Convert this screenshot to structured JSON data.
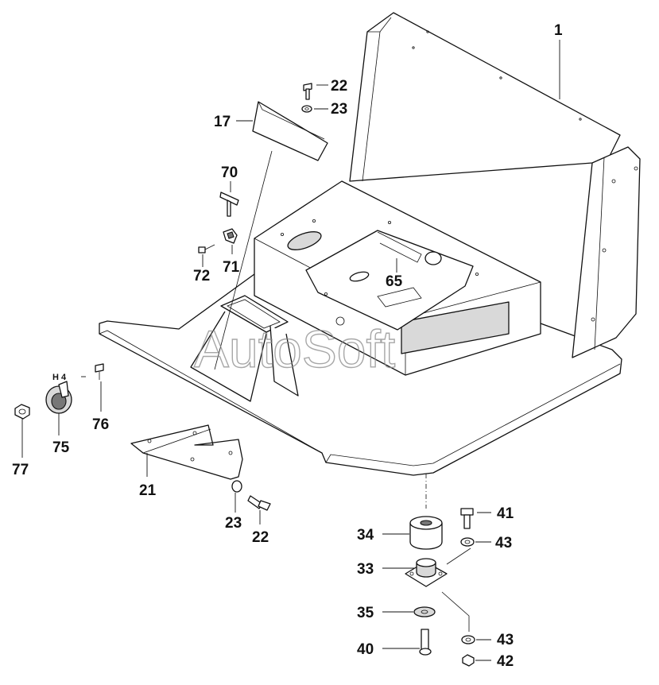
{
  "watermark": "AutoSoft",
  "parts": [
    {
      "id": "p1",
      "label": "1"
    },
    {
      "id": "p22a",
      "label": "22"
    },
    {
      "id": "p23a",
      "label": "23"
    },
    {
      "id": "p17",
      "label": "17"
    },
    {
      "id": "p70",
      "label": "70"
    },
    {
      "id": "p71",
      "label": "71"
    },
    {
      "id": "p72",
      "label": "72"
    },
    {
      "id": "p65",
      "label": "65"
    },
    {
      "id": "h4",
      "label": "H 4"
    },
    {
      "id": "p76",
      "label": "76"
    },
    {
      "id": "p75",
      "label": "75"
    },
    {
      "id": "p77",
      "label": "77"
    },
    {
      "id": "p21",
      "label": "21"
    },
    {
      "id": "p23b",
      "label": "23"
    },
    {
      "id": "p22b",
      "label": "22"
    },
    {
      "id": "p34",
      "label": "34"
    },
    {
      "id": "p41",
      "label": "41"
    },
    {
      "id": "p43a",
      "label": "43"
    },
    {
      "id": "p33",
      "label": "33"
    },
    {
      "id": "p35",
      "label": "35"
    },
    {
      "id": "p43b",
      "label": "43"
    },
    {
      "id": "p40",
      "label": "40"
    },
    {
      "id": "p42",
      "label": "42"
    }
  ]
}
